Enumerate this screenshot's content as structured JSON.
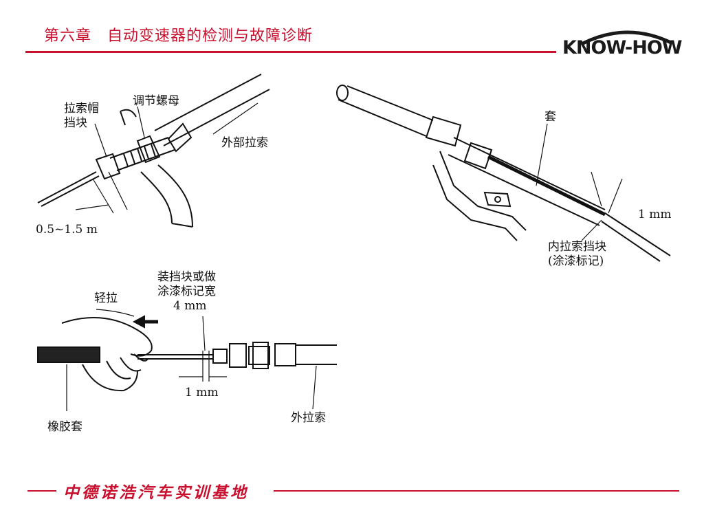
{
  "header": {
    "title": "第六章　自动变速器的检测与故障诊断",
    "logo_text": "KNOW-HOW"
  },
  "figure1": {
    "label_cap_stop_line1": "拉索帽",
    "label_cap_stop_line2": "挡块",
    "label_adjust_nut": "调节螺母",
    "label_outer_cable": "外部拉索",
    "label_gap": "0.5~1.5 m"
  },
  "figure2": {
    "label_sleeve": "套",
    "label_gap": "1 mm",
    "label_inner_stop_line1": "内拉索挡块",
    "label_inner_stop_line2": "(涂漆标记)"
  },
  "figure3": {
    "label_stop_line1": "装挡块或做",
    "label_stop_line2": "涂漆标记宽",
    "label_stop_line3": "4 mm",
    "label_pull": "轻拉",
    "label_gap": "1 mm",
    "label_rubber_boot": "橡胶套",
    "label_outer_cable": "外拉索"
  },
  "footer": {
    "text": "中德诺浩汽车实训基地"
  },
  "colors": {
    "accent": "#c8102e",
    "ink": "#111111"
  }
}
